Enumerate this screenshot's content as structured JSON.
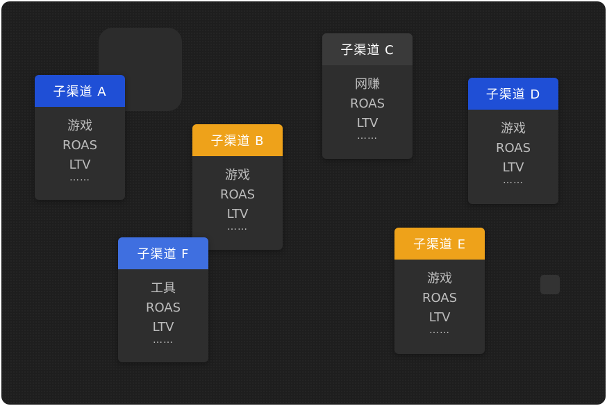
{
  "colors": {
    "background": "#1e1e1e",
    "card_body": "#2e2e2e",
    "header_blue_dark": "#1f4fd6",
    "header_blue_light": "#3f6fe0",
    "header_orange": "#eea21a",
    "header_gray": "#3a3a3a",
    "body_text": "#bdbdbd"
  },
  "cards": [
    {
      "id": "a",
      "title": "子渠道 A",
      "header_color": "#1f4fd6",
      "lines": [
        "游戏",
        "ROAS",
        "LTV",
        "……"
      ]
    },
    {
      "id": "b",
      "title": "子渠道 B",
      "header_color": "#eea21a",
      "lines": [
        "游戏",
        "ROAS",
        "LTV",
        "……"
      ]
    },
    {
      "id": "c",
      "title": "子渠道 C",
      "header_color": "#3a3a3a",
      "lines": [
        "网赚",
        "ROAS",
        "LTV",
        "……"
      ]
    },
    {
      "id": "d",
      "title": "子渠道 D",
      "header_color": "#1f4fd6",
      "lines": [
        "游戏",
        "ROAS",
        "LTV",
        "……"
      ]
    },
    {
      "id": "e",
      "title": "子渠道 E",
      "header_color": "#eea21a",
      "lines": [
        "游戏",
        "ROAS",
        "LTV",
        "……"
      ]
    },
    {
      "id": "f",
      "title": "子渠道 F",
      "header_color": "#3f6fe0",
      "lines": [
        "工具",
        "ROAS",
        "LTV",
        "……"
      ]
    }
  ]
}
